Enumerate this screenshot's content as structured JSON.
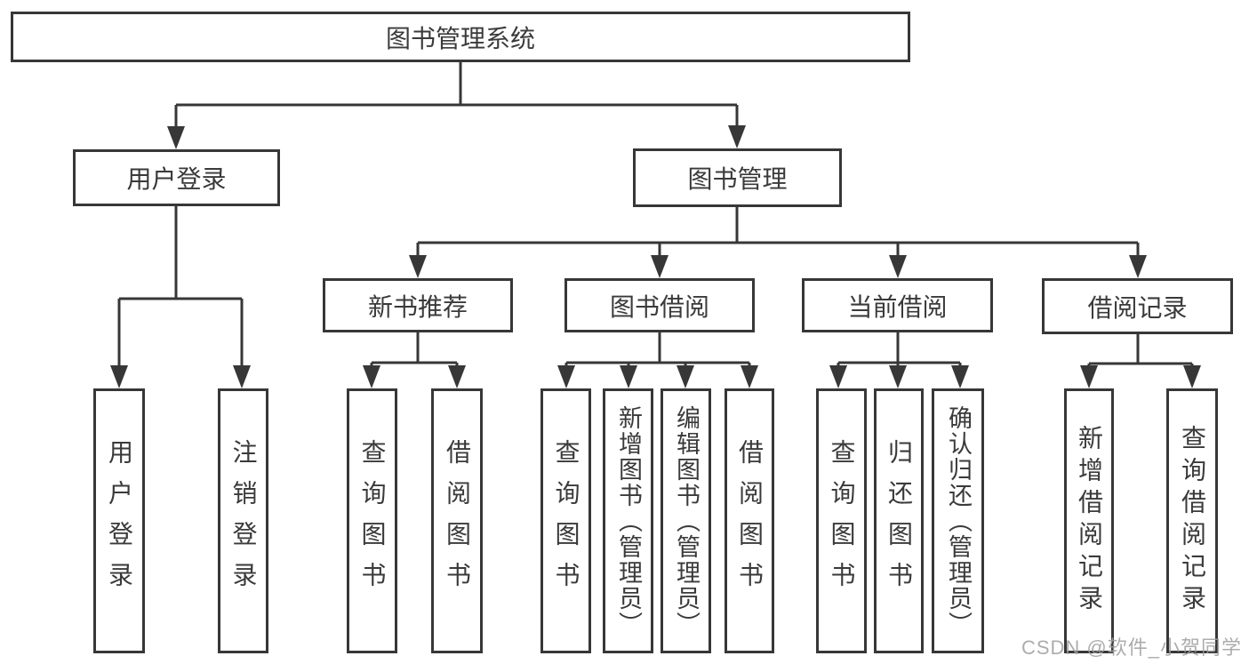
{
  "colors": {
    "background": "#ffffff",
    "line": "#373737",
    "box_border": "#373737",
    "text": "#3a3a3a",
    "watermark": "#9e9e9e"
  },
  "tree": {
    "root": {
      "label": "图书管理系统"
    },
    "branches": [
      {
        "label": "用户登录",
        "children": [
          {
            "label": "用户登录"
          },
          {
            "label": "注销登录"
          }
        ]
      },
      {
        "label": "图书管理",
        "children": [
          {
            "label": "新书推荐",
            "children": [
              {
                "label": "查询图书"
              },
              {
                "label": "借阅图书"
              }
            ]
          },
          {
            "label": "图书借阅",
            "children": [
              {
                "label": "查询图书"
              },
              {
                "label": "新增图书（管理员）"
              },
              {
                "label": "编辑图书（管理员）"
              },
              {
                "label": "借阅图书"
              }
            ]
          },
          {
            "label": "当前借阅",
            "children": [
              {
                "label": "查询图书"
              },
              {
                "label": "归还图书"
              },
              {
                "label": "确认归还（管理员）"
              }
            ]
          },
          {
            "label": "借阅记录",
            "children": [
              {
                "label": "新增借阅记录"
              },
              {
                "label": "查询借阅记录"
              }
            ]
          }
        ]
      }
    ]
  },
  "watermark": {
    "text": "CSDN @软件_小贺同学"
  }
}
